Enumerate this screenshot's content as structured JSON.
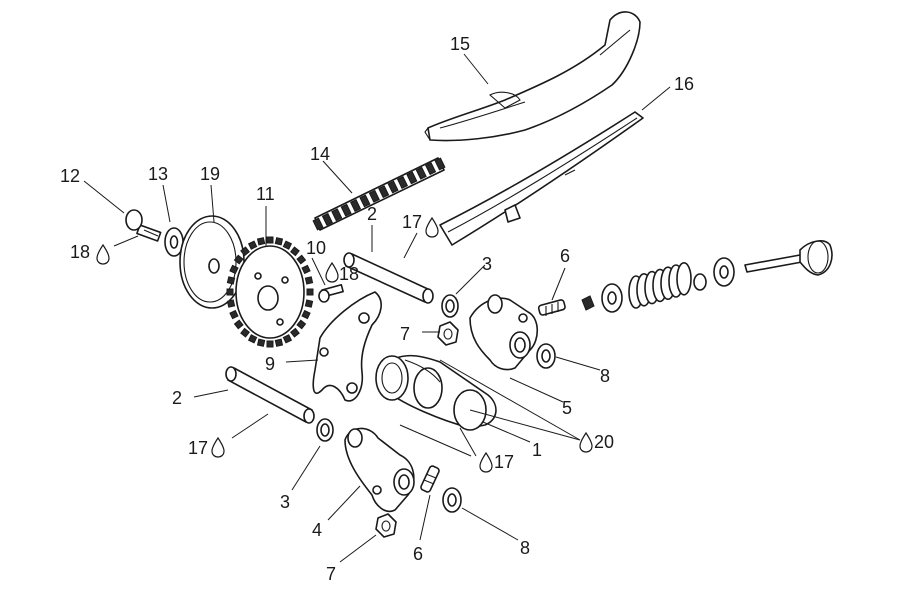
{
  "callouts": {
    "c1": "1",
    "c2a": "2",
    "c2b": "2",
    "c3a": "3",
    "c3b": "3",
    "c4": "4",
    "c5": "5",
    "c6a": "6",
    "c6b": "6",
    "c7a": "7",
    "c7b": "7",
    "c8a": "8",
    "c8b": "8",
    "c9": "9",
    "c10": "10",
    "c11": "11",
    "c12": "12",
    "c13": "13",
    "c14": "14",
    "c15": "15",
    "c16": "16",
    "c17a": "17",
    "c17b": "17",
    "c17c": "17",
    "c18a": "18",
    "c18b": "18",
    "c19": "19",
    "c20": "20"
  }
}
